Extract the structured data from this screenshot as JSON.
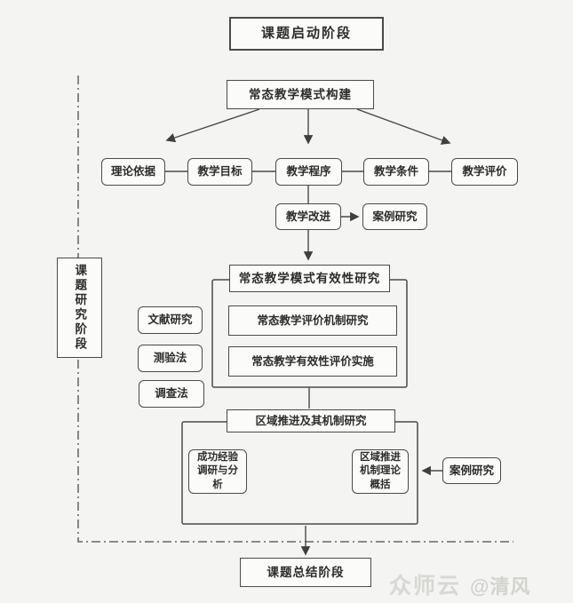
{
  "phases": {
    "start": "课题启动阶段",
    "research": "课题研究阶段",
    "summary": "课题总结阶段"
  },
  "construction": {
    "title": "常态教学模式构建",
    "elements": [
      "理论依据",
      "教学目标",
      "教学程序",
      "教学条件",
      "教学评价"
    ],
    "improve": "教学改进",
    "case_study": "案例研究"
  },
  "effectiveness": {
    "title": "常态教学模式有效性研究",
    "methods": [
      "文献研究",
      "测验法",
      "调查法"
    ],
    "items": [
      "常态教学评价机制研究",
      "常态教学有效性评价实施"
    ]
  },
  "regional": {
    "title": "区域推进及其机制研究",
    "experience": "成功经验调研与分析",
    "theory": "区域推进机制理论概括",
    "case_study": "案例研究"
  },
  "watermark": {
    "brand": "众师云",
    "handle": "@清风"
  },
  "colors": {
    "line": "#4a4a4a",
    "box_bg": "#fbfbf9",
    "canvas_bg": "#f4f4f2",
    "watermark": "#d7d7d4"
  }
}
